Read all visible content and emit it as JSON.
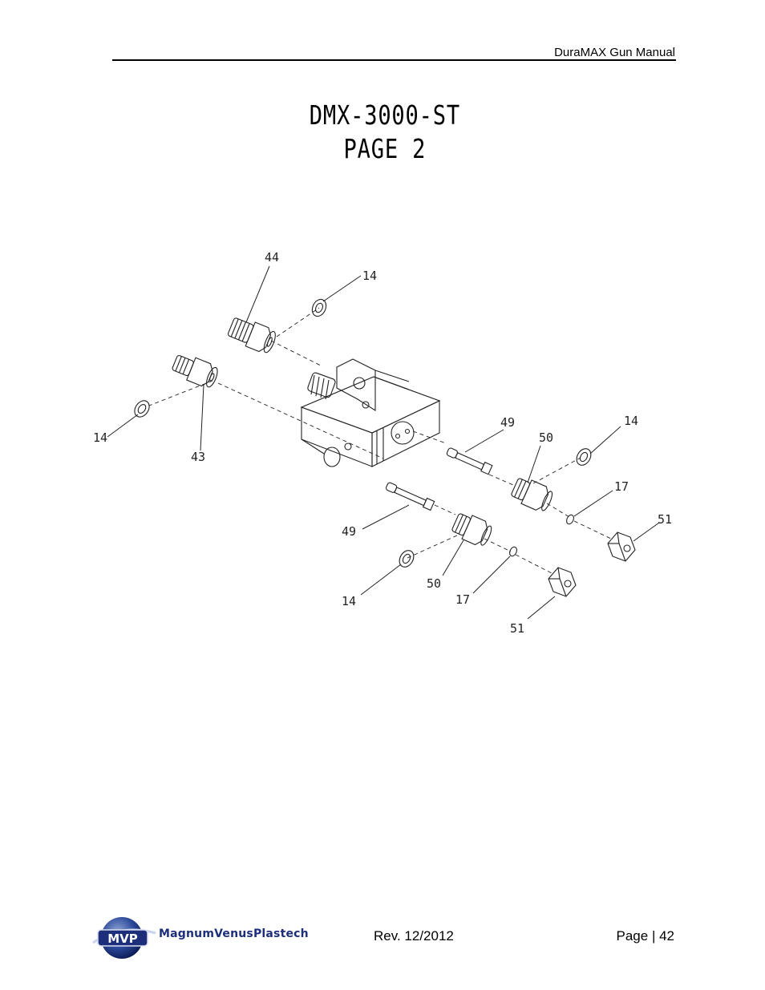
{
  "header": {
    "manual_title": "DuraMAX Gun Manual"
  },
  "title": {
    "line1": "DMX-3000-ST",
    "line2": "PAGE 2"
  },
  "diagram": {
    "callouts": [
      {
        "label": "44"
      },
      {
        "label": "14"
      },
      {
        "label": "14"
      },
      {
        "label": "43"
      },
      {
        "label": "49"
      },
      {
        "label": "50"
      },
      {
        "label": "14"
      },
      {
        "label": "17"
      },
      {
        "label": "51"
      },
      {
        "label": "49"
      },
      {
        "label": "14"
      },
      {
        "label": "50"
      },
      {
        "label": "17"
      },
      {
        "label": "51"
      }
    ]
  },
  "footer": {
    "logo_mark": "MVP",
    "logo_text": "MagnumVenusPlastech",
    "revision": "Rev. 12/2012",
    "page": "Page | 42"
  }
}
